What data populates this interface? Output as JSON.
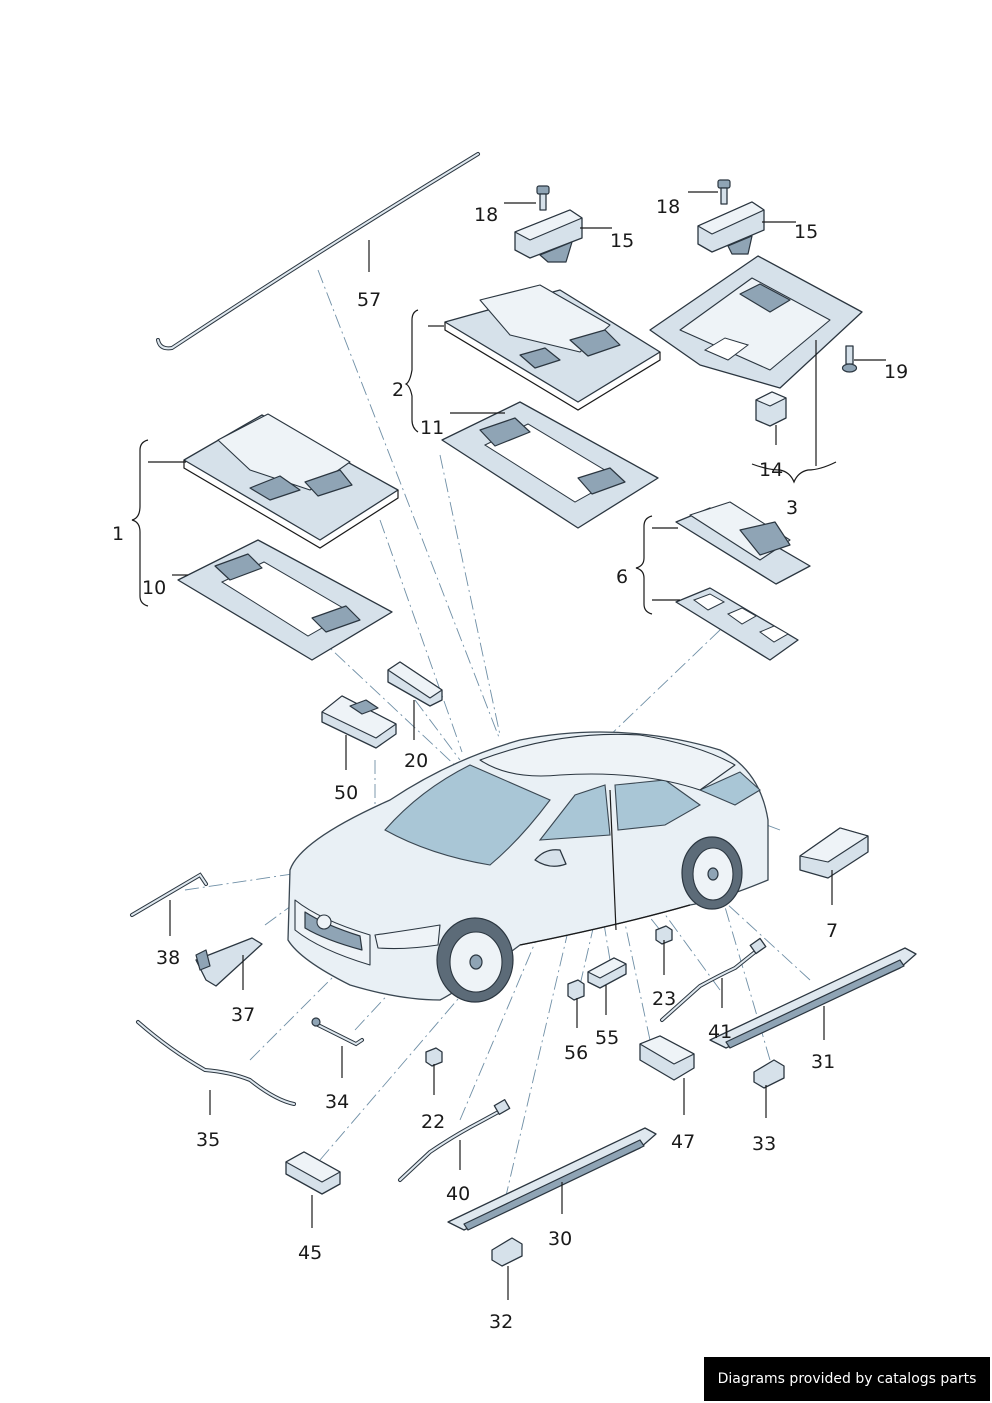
{
  "callouts": {
    "c57": "57",
    "c18a": "18",
    "c15a": "15",
    "c18b": "18",
    "c15b": "15",
    "c2": "2",
    "c11": "11",
    "c19": "19",
    "c14": "14",
    "c3": "3",
    "c1": "1",
    "c10": "10",
    "c6": "6",
    "c20": "20",
    "c50": "50",
    "c7": "7",
    "c38": "38",
    "c37": "37",
    "c23": "23",
    "c41": "41",
    "c31": "31",
    "c56": "56",
    "c55": "55",
    "c35": "35",
    "c34": "34",
    "c22": "22",
    "c47": "47",
    "c33": "33",
    "c40": "40",
    "c45": "45",
    "c30": "30",
    "c32": "32"
  },
  "footer": {
    "text": "Diagrams provided by catalogs parts"
  },
  "colors": {
    "line": "#2b3640",
    "part": "#d6e1ea",
    "glass": "#a9c6d6",
    "leader_dash": "#6f8fa6"
  }
}
